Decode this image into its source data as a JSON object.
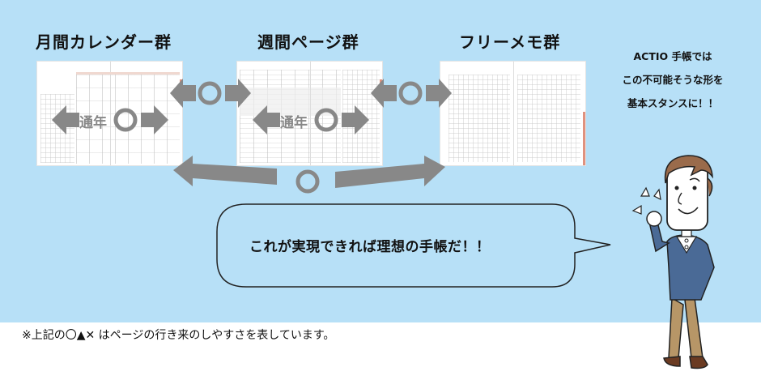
{
  "colors": {
    "background_sky": "#b7e0f7",
    "arrow_gray": "#888888",
    "accent_red_tab": "#e0927f",
    "shirt_navy": "#4a6a96",
    "pants_tan": "#b79667",
    "hair_brown": "#9a6b4b"
  },
  "groups": [
    {
      "title": "月間カレンダー群",
      "thumbnail": "monthly-calendar-spread",
      "overlay_label": "通年",
      "overlay_mark": "〇"
    },
    {
      "title": "週間ページ群",
      "thumbnail": "weekly-page-spread",
      "overlay_label": "通年",
      "overlay_mark": "〇"
    },
    {
      "title": "フリーメモ群",
      "thumbnail": "free-memo-grid-spread"
    }
  ],
  "connectors": [
    {
      "between": "月間カレンダー群-週間ページ群",
      "mark": "〇"
    },
    {
      "between": "週間ページ群-フリーメモ群",
      "mark": "〇"
    },
    {
      "between": "月間カレンダー群-フリーメモ群",
      "mark": "〇"
    }
  ],
  "side_note": {
    "lines": [
      "ACTIO 手帳では",
      "この不可能そうな形を",
      "基本スタンスに！！"
    ]
  },
  "speech_bubble": {
    "text": "これが実現できれば理想の手帳だ！！"
  },
  "character": {
    "description": "man-with-raised-fist",
    "icon": "person-cheering-icon"
  },
  "footnote": {
    "text": "※上記の〇▲✕ はページの行き来のしやすさを表しています。"
  }
}
